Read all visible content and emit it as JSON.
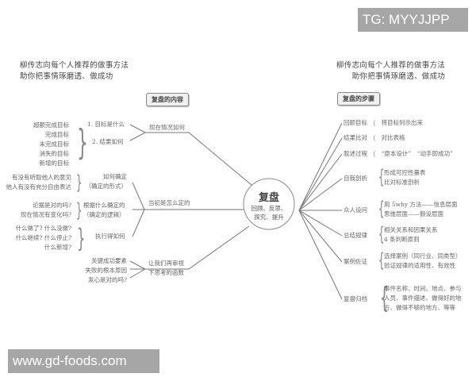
{
  "watermarks": {
    "top_right": "TG: MYYJJPP",
    "bottom_left": "www.gd-foods.com"
  },
  "left_heading": {
    "line1": "柳传志向每个人推荐的做事方法",
    "line2": "助你把事情琢磨透、做成功"
  },
  "right_heading": {
    "line1": "柳传志向每个人推荐的做事方法",
    "line2": "助你把事情琢磨透、做成功"
  },
  "left_section_title": "复盘的内容",
  "right_section_title": "复盘的步骤",
  "center": {
    "title": "复盘",
    "sub1": "回顾、反思、",
    "sub2": "探究、提升"
  },
  "left_branches": [
    {
      "label": "现在情况如何",
      "children": [
        {
          "label": "1. 目标是什么"
        },
        {
          "label": "2. 结果如何"
        }
      ],
      "details": [
        "超额完成目标",
        "完成目标",
        "未完成目标",
        "消失的目标",
        "新增的目标"
      ]
    },
    {
      "label": "当初是怎么定的",
      "children": [
        {
          "label1": "如何确定",
          "label2": "（确定的形式）",
          "details": [
            "有没有听取他人的意见",
            "他人有没有充分自由表达"
          ]
        },
        {
          "label1": "根据什么确定的",
          "label2": "（确定的逻辑）",
          "details": [
            "论据是对的吗?",
            "现在情况有变化吗?"
          ]
        },
        {
          "label1": "执行得如何",
          "details": [
            "什么做了? 什么没做?",
            "什么继续? 什么停止?",
            "什么新增?"
          ]
        }
      ]
    },
    {
      "label1": "让我们再审视",
      "label2": "下思考的函数",
      "children": [
        "关键成功要素",
        "失败的根本原因",
        "发心是对的吗?"
      ]
    }
  ],
  "right_branches": [
    {
      "label": "回顾目标",
      "details": [
        "将目标列示出来"
      ]
    },
    {
      "label": "结果比对",
      "details": [
        "对比表格"
      ]
    },
    {
      "label": "叙述过程",
      "details": [
        "“原本设计”　“动手即成功”"
      ]
    },
    {
      "label": "自我剖析",
      "details": [
        "形成可控性量表",
        "比对标准剖析"
      ]
    },
    {
      "label": "众人设问",
      "details": [
        "用 5why 方法——信息层面",
        "思维层面——假设层面"
      ]
    },
    {
      "label": "总结规律",
      "details": [
        "相关关系和因果关系",
        "4 条判断原则"
      ]
    },
    {
      "label": "案例佐证",
      "details": [
        "选择案例（同行业、同类型）",
        "验证规律的适用性、有效性"
      ]
    },
    {
      "label": "复盘归档",
      "details": [
        "事件名称、时间、地点、参与",
        "人员、事件描述、做得好的地",
        "方、做得不够的地方、等等"
      ]
    }
  ]
}
